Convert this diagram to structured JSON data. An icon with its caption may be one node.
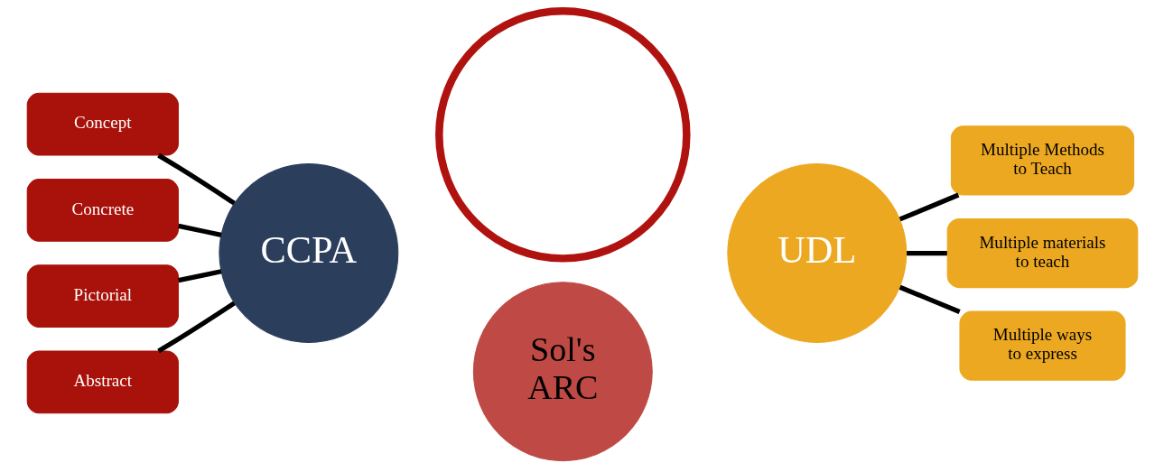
{
  "diagram": {
    "nodes": [
      {
        "text": [],
        "shape": "circle"
      },
      {
        "text": [
          "CCPA"
        ]
      },
      {
        "text": [
          "Sol's ARC"
        ]
      },
      {
        "text": [
          "UDL"
        ]
      },
      {
        "text": [
          "Concept"
        ]
      },
      {
        "text": [
          "Concrete"
        ]
      },
      {
        "text": [
          "Pictorial"
        ]
      },
      {
        "text": [
          "Abstract"
        ]
      },
      {
        "text": [
          "Multiple Methods to Teach"
        ]
      },
      {
        "text": [
          "Multiple materials to teach"
        ]
      },
      {
        "text": [
          "Multiple ways to express"
        ]
      }
    ],
    "edges": [
      {
        "from": 4,
        "to": 1,
        "arrow": "none"
      },
      {
        "from": 5,
        "to": 1,
        "arrow": "none"
      },
      {
        "from": 6,
        "to": 1,
        "arrow": "none"
      },
      {
        "from": 7,
        "to": 1,
        "arrow": "none"
      },
      {
        "from": 3,
        "to": 8,
        "arrow": "none"
      },
      {
        "from": 3,
        "to": 9,
        "arrow": "none"
      },
      {
        "from": 3,
        "to": 10,
        "arrow": "none"
      }
    ]
  }
}
